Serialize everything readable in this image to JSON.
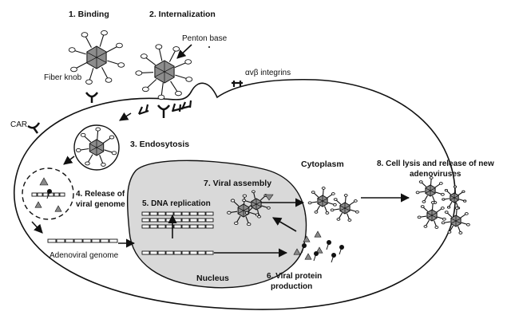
{
  "labels": {
    "binding": "1. Binding",
    "internalization": "2. Internalization",
    "penton_base": "Penton base",
    "fiber_knob": "Fiber knob",
    "integrins": "αvβ integrins",
    "car": "CAR",
    "endosytosis": "3. Endosytosis",
    "cytoplasm": "Cytoplasm",
    "release_line1": "8. Cell lysis and release of new",
    "release_line2": "adenoviruses",
    "viral_assembly": "7. Viral assembly",
    "release_genome_line1": "4. Release of",
    "release_genome_line2": "viral genome",
    "dna_replication": "5. DNA replication",
    "adenoviral_genome": "Adenoviral genome",
    "nucleus": "Nucleus",
    "protein_line1": "6. Viral protein",
    "protein_line2": "production"
  },
  "colors": {
    "line": "#111111",
    "virus_fill": "#8c8c8c",
    "nucleus_fill": "#d9d9d9",
    "protein_fill": "#8a8a8a"
  }
}
